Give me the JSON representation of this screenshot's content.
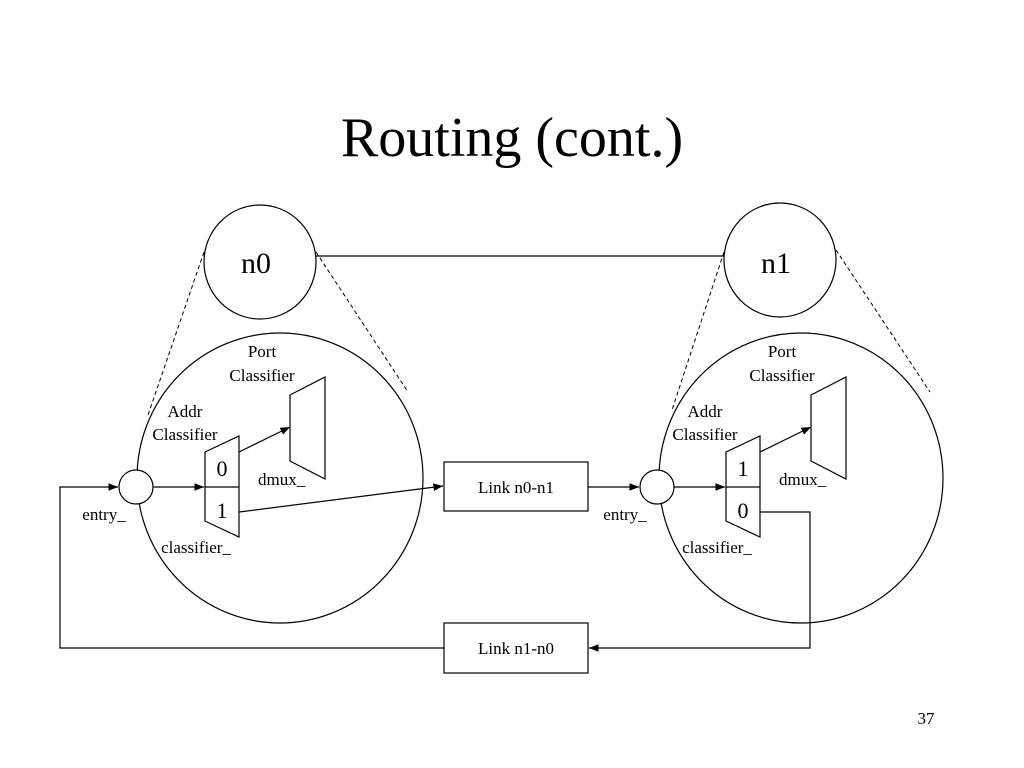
{
  "title": "Routing (cont.)",
  "page_number": "37",
  "nodes": [
    {
      "name": "n0"
    },
    {
      "name": "n1"
    }
  ],
  "node_internals": [
    {
      "port_classifier_line1": "Port",
      "port_classifier_line2": "Classifier",
      "addr_classifier_line1": "Addr",
      "addr_classifier_line2": "Classifier",
      "slot_top": "0",
      "slot_bottom": "1",
      "dmux": "dmux_",
      "entry": "entry_",
      "classifier": "classifier_"
    },
    {
      "port_classifier_line1": "Port",
      "port_classifier_line2": "Classifier",
      "addr_classifier_line1": "Addr",
      "addr_classifier_line2": "Classifier",
      "slot_top": "1",
      "slot_bottom": "0",
      "dmux": "dmux_",
      "entry": "entry_",
      "classifier": "classifier_"
    }
  ],
  "links": [
    {
      "label": "Link n0-n1"
    },
    {
      "label": "Link n1-n0"
    }
  ]
}
